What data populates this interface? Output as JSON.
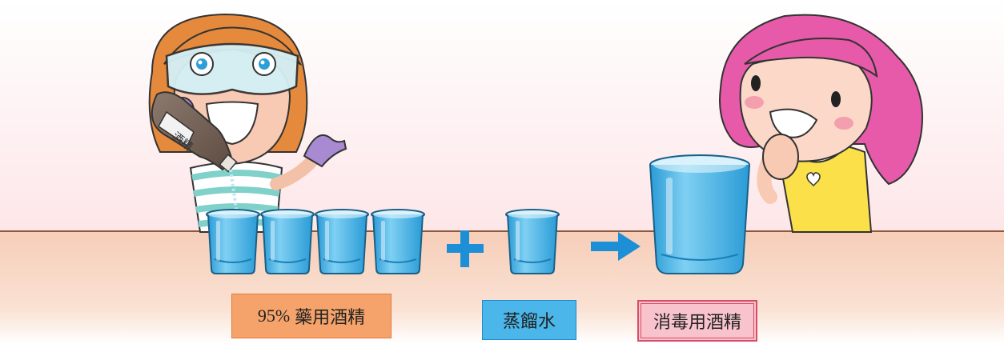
{
  "labels": {
    "alcohol_percent": "95%",
    "alcohol_name": "藥用酒精",
    "distilled_water": "蒸餾水",
    "disinfecting_alcohol": "消毒用酒精"
  },
  "bottle_label": "酒精",
  "colors": {
    "counter_top": "#f8d3bf",
    "counter_edge": "#8a5a3a",
    "beaker_water": "#3fb0e4",
    "operator": "#1d8fd6",
    "alcohol_label_bg": "#f5a36b",
    "water_label_bg": "#4ab6ea",
    "disinfect_label_bg": "#f9c3cd"
  },
  "icons": [
    "plus-icon",
    "arrow-right-icon",
    "beaker-icon",
    "alcohol-bottle-icon"
  ]
}
